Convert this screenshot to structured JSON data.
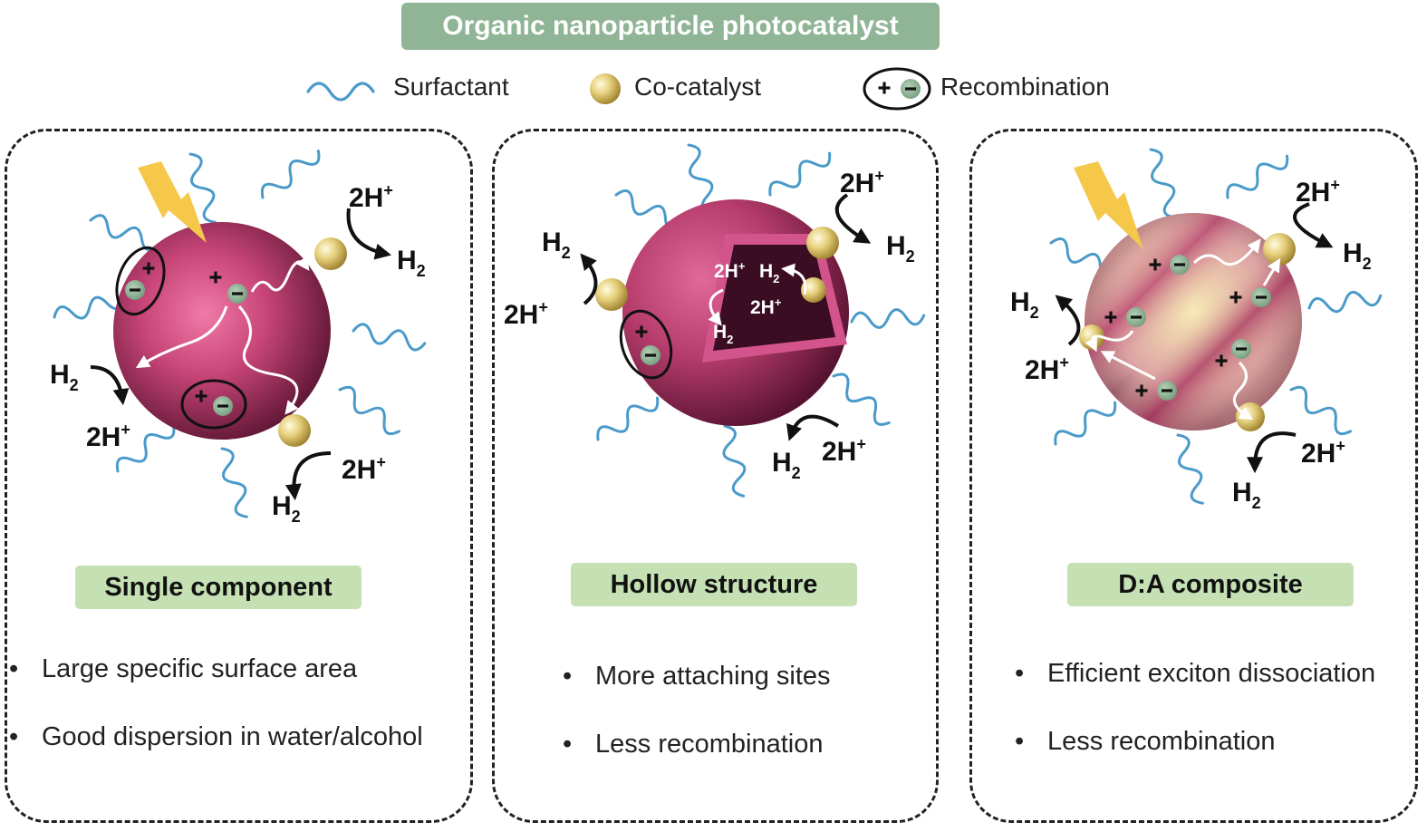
{
  "title": "Organic nanoparticle photocatalyst",
  "legend": {
    "surfactant": "Surfactant",
    "cocatalyst": "Co-catalyst",
    "recombination": "Recombination"
  },
  "panels": [
    {
      "caption": "Single component",
      "bullets": [
        "Large specific surface area",
        "Good dispersion in water/alcohol"
      ]
    },
    {
      "caption": "Hollow structure",
      "bullets": [
        "More attaching sites",
        "Less recombination"
      ]
    },
    {
      "caption": "D:A composite",
      "bullets": [
        "Efficient exciton dissociation",
        "Less recombination"
      ]
    }
  ],
  "labels": {
    "h2": "H",
    "h2_sub": "2",
    "h_plus": "2H",
    "plus_sup": "+",
    "minus": "−"
  },
  "colors": {
    "banner": "#8fb596",
    "caption": "#c5e1b4",
    "sphere": "#b8406e",
    "surfactant": "#4a9ac9",
    "cocatalyst": "#e3cf7a",
    "charge": "#8fb596"
  }
}
